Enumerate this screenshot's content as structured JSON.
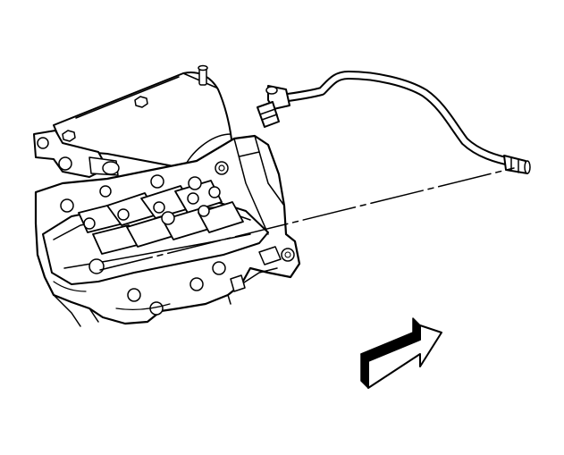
{
  "diagram": {
    "ink_color": "#000000",
    "background_color": "#ffffff",
    "parts": [
      {
        "name": "engine-cylinder-head-assembly"
      },
      {
        "name": "pcv-hose"
      },
      {
        "name": "pcv-hose-engine-fitting"
      },
      {
        "name": "pcv-hose-valve-cover-fitting"
      },
      {
        "name": "leader-line"
      },
      {
        "name": "front-direction-arrow-icon"
      }
    ]
  }
}
